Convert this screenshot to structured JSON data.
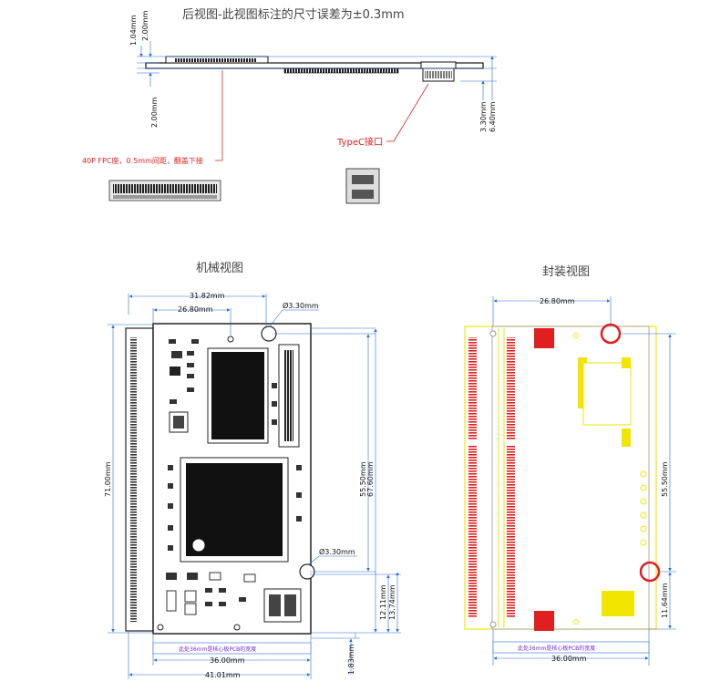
{
  "top": {
    "title": "后视图-此视图标注的尺寸误差为±0.3mm",
    "dims": {
      "d104": "1.04mm",
      "d200a": "2.00mm",
      "d200b": "2.00mm",
      "d330": "3.30mm",
      "d640": "6.40mm"
    },
    "label_fpc": "40P FPC座，0.5mm间距，翻盖下接",
    "label_typec": "TypeC接口"
  },
  "mech": {
    "title": "机械视图",
    "dims": {
      "w3182": "31.82mm",
      "w2680": "26.80mm",
      "hole1": "Ø3.30mm",
      "hole2": "Ø3.30mm",
      "h7100": "71.00mm",
      "h5550": "55.50mm",
      "h6760": "67.60mm",
      "h1211": "12.11mm",
      "h1374": "13.74mm",
      "h183": "1.83mm",
      "w3600": "36.00mm",
      "w4101": "41.01mm"
    },
    "note": "此处36mm是核心板PCB的宽度"
  },
  "pkg": {
    "title": "封装视图",
    "dims": {
      "w2680": "26.80mm",
      "h5550": "55.50mm",
      "h1164": "11.64mm",
      "w3600": "36.00mm"
    },
    "note": "此处36mm是核心板PCB的宽度"
  },
  "colors": {
    "dim_line": "#2a6fd6",
    "pcb": "#333333",
    "silk_yellow": "#f2e600",
    "pad_red": "#e02020",
    "annotation": "#d22222"
  }
}
